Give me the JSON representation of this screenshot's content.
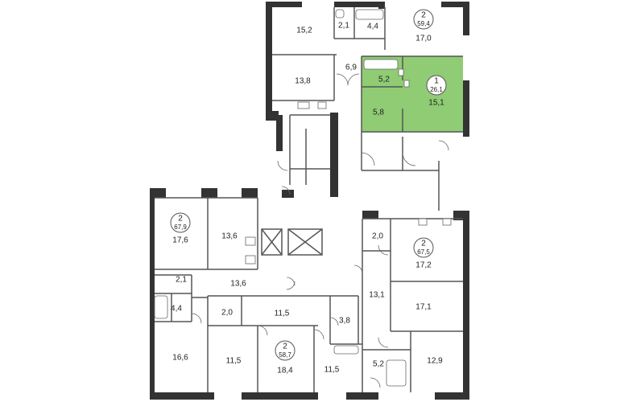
{
  "colors": {
    "highlight": "#8fcc74",
    "walls": "#333333"
  },
  "apartments": [
    {
      "id": "a1",
      "rooms": "2",
      "total": "59,4"
    },
    {
      "id": "a2",
      "rooms": "1",
      "total": "26,1",
      "highlighted": true
    },
    {
      "id": "a3",
      "rooms": "2",
      "total": "67,9"
    },
    {
      "id": "a4",
      "rooms": "2",
      "total": "67,5"
    },
    {
      "id": "a5",
      "rooms": "2",
      "total": "58,7"
    }
  ],
  "room_areas": {
    "r_15_2": "15,2",
    "r_2_1_top": "2,1",
    "r_4_4_top": "4,4",
    "r_17_0": "17,0",
    "r_6_9": "6,9",
    "r_13_8": "13,8",
    "r_5_2_green": "5,2",
    "r_5_8": "5,8",
    "r_15_1": "15,1",
    "r_17_6": "17,6",
    "r_13_6_top": "13,6",
    "r_13_6_hall": "13,6",
    "r_2_1_left": "2,1",
    "r_4_4_left": "4,4",
    "r_16_6": "16,6",
    "r_2_0_left": "2,0",
    "r_11_5_hall": "11,5",
    "r_3_8": "3,8",
    "r_11_5_a": "11,5",
    "r_18_4": "18,4",
    "r_11_5_b": "11,5",
    "r_2_0_right": "2,0",
    "r_17_2": "17,2",
    "r_13_1": "13,1",
    "r_17_1": "17,1",
    "r_5_2_bottom": "5,2",
    "r_12_9": "12,9"
  }
}
